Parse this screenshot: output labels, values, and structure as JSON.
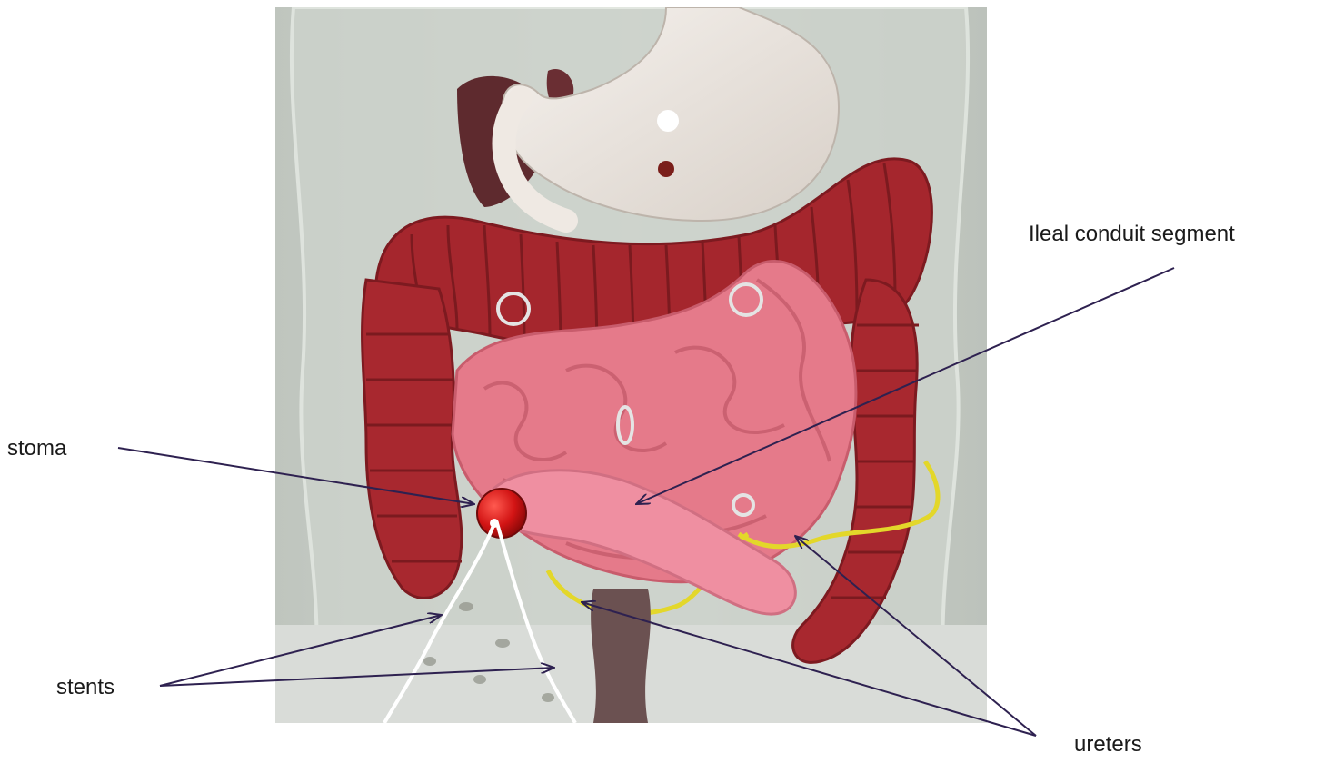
{
  "labels": {
    "stoma": "stoma",
    "stents": "stents",
    "ileal_conduit": "Ileal conduit segment",
    "ureters": "ureters"
  },
  "colors": {
    "arrow": "#2e2150",
    "colon": "#a8262e",
    "small_bowel": "#e7808f",
    "conduit": "#ee8fa0",
    "stoma": "#cc1010",
    "stomach": "#ece6e0",
    "ureter": "#e6dc2a",
    "background": "#c9cfc8"
  }
}
